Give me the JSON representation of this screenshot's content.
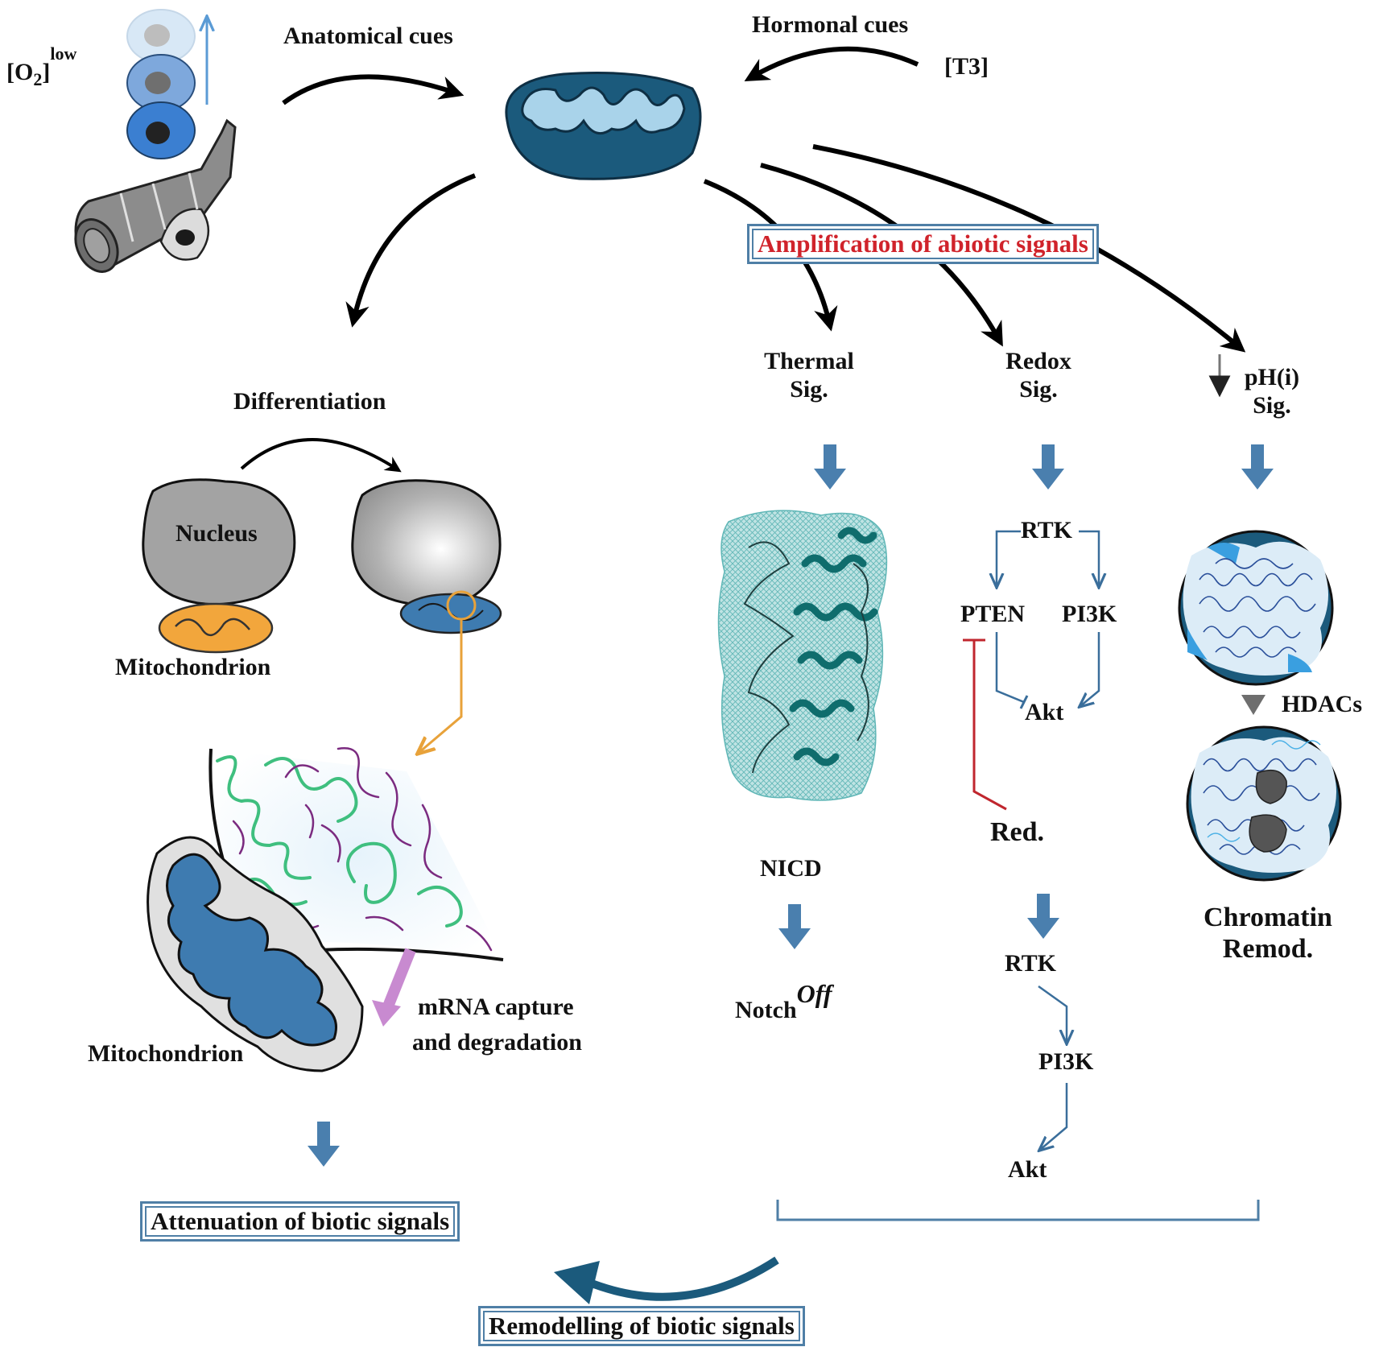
{
  "labels": {
    "oxygen_main": "[O",
    "oxygen_sub": "2",
    "oxygen_close": "]",
    "oxygen_sup": "low",
    "anatomical_cues": "Anatomical cues",
    "hormonal_cues": "Hormonal cues",
    "t3": "[T3]",
    "differentiation": "Differentiation",
    "nucleus": "Nucleus",
    "mitochondrion_top": "Mitochondrion",
    "mitochondrion_bottom": "Mitochondrion",
    "mrna_line1": "mRNA capture",
    "mrna_line2": "and degradation",
    "thermal_line1": "Thermal",
    "thermal_line2": "Sig.",
    "redox_line1": "Redox",
    "redox_line2": "Sig.",
    "ph_line1": "pH(i)",
    "ph_line2": "Sig.",
    "rtk_top": "RTK",
    "pten": "PTEN",
    "pi3k_top": "PI3K",
    "akt_top": "Akt",
    "red": "Red.",
    "rtk_bottom": "RTK",
    "pi3k_bottom": "PI3K",
    "akt_bottom": "Akt",
    "nicd": "NICD",
    "notch": "Notch",
    "notch_sup": "Off",
    "hdacs": "HDACs",
    "chromatin_line1": "Chromatin",
    "chromatin_line2": "Remod."
  },
  "boxes": {
    "amplification": "Amplification of abiotic signals",
    "attenuation": "Attenuation of biotic signals",
    "remodelling": "Remodelling of biotic signals"
  },
  "colors": {
    "flow_arrow": "#000000",
    "block_arrow": "#4a7fae",
    "pathway_line": "#3a6e9b",
    "inhibition_red": "#c0262e",
    "amplification_text": "#d0232b",
    "mitochondrion_dark": "#1b5a7c",
    "mitochondrion_light": "#a9d3ea",
    "nucleus_grey": "#a3a3a3",
    "mito_orange": "#f2a63c",
    "protein_teal": "#0f7e7e",
    "mesh_teal": "#63c0c0",
    "mrna_green": "#3fbf7f",
    "mrna_purple": "#7b2b80",
    "pink_arrow": "#c88ad0",
    "orange_line": "#e8a23a"
  }
}
